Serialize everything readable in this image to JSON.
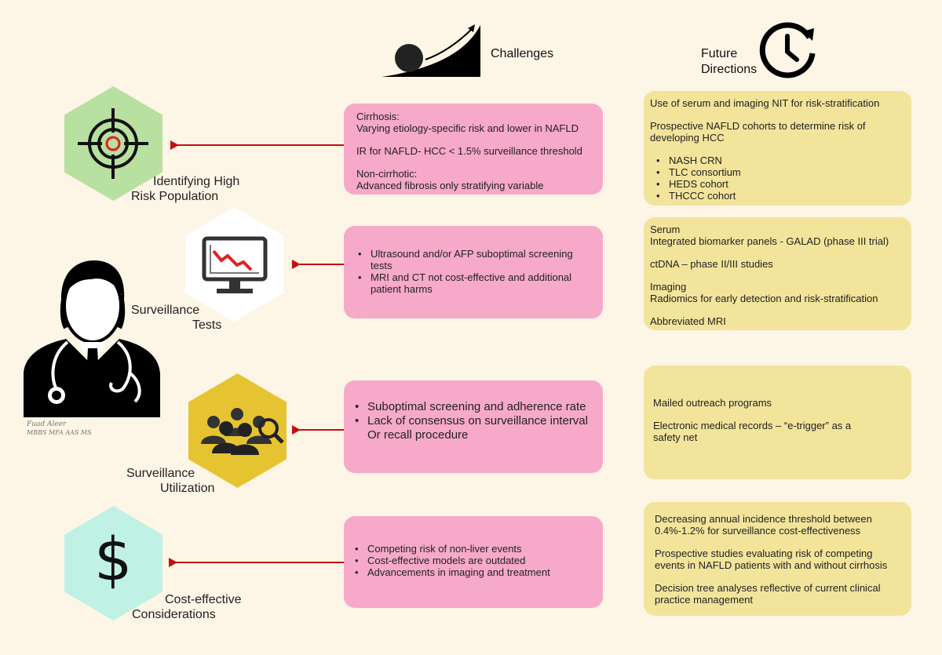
{
  "header": {
    "challenges_label": "Challenges",
    "future_line1": "Future",
    "future_line2": "Directions",
    "challenges_icon": "ball-uphill-icon",
    "future_icon": "clock-icon"
  },
  "colors": {
    "background": "#fdf5e6",
    "pink_box": "#f6a9c8",
    "yellow_box": "#f2e49b",
    "connector": "#c21010",
    "hex_green": "#b8e0a0",
    "hex_white": "#ffffff",
    "hex_gold": "#e6c431",
    "hex_mint": "#bff2e4"
  },
  "rows": [
    {
      "label_line1": "Identifying High",
      "label_line2": "Risk Population",
      "icon": "target-icon",
      "challenges": {
        "p1": "Cirrhosis:",
        "p2": "Varying etiology-specific risk and lower in NAFLD",
        "p3": "IR for NAFLD- HCC < 1.5% surveillance threshold",
        "p4": "Non-cirrhotic:",
        "p5": "Advanced fibrosis only stratifying variable"
      },
      "future": {
        "p1": "Use of serum and imaging NIT for risk-stratification",
        "p2": "Prospective NAFLD cohorts to determine risk of developing HCC",
        "bullets": [
          "NASH CRN",
          "TLC consortium",
          "HEDS cohort",
          "THCCC cohort"
        ]
      }
    },
    {
      "label_line1": "Surveillance",
      "label_line2": "Tests",
      "icon": "monitor-chart-icon",
      "challenges": {
        "bullets": [
          "Ultrasound and/or AFP suboptimal screening tests",
          "MRI and CT not cost-effective and additional patient harms"
        ]
      },
      "future": {
        "p1": "Serum",
        "p2": "Integrated biomarker panels - GALAD (phase III trial)",
        "p3": "ctDNA – phase II/III studies",
        "p4": "Imaging",
        "p5": "Radiomics for early detection and risk-stratification",
        "p6": "Abbreviated MRI"
      }
    },
    {
      "label_line1": "Surveillance",
      "label_line2": "Utilization",
      "icon": "people-magnifier-icon",
      "challenges": {
        "bullets": [
          "Suboptimal screening and adherence rate",
          "Lack of consensus on surveillance interval Or recall procedure"
        ]
      },
      "future": {
        "p1": "Mailed outreach programs",
        "p2": "Electronic medical records – “e-trigger” as a safety net"
      }
    },
    {
      "label_line1": "Cost-effective",
      "label_line2": "Considerations",
      "icon": "dollar-icon",
      "challenges": {
        "bullets": [
          "Competing risk of non-liver events",
          "Cost-effective models are outdated",
          "Advancements in imaging and treatment"
        ]
      },
      "future": {
        "p1": "Decreasing annual incidence threshold between 0.4%-1.2% for surveillance cost-effectiveness",
        "p2": "Prospective studies evaluating risk of competing events in NAFLD patients with and without cirrhosis",
        "p3": "Decision tree analyses reflective of current clinical practice management"
      }
    }
  ],
  "doctor": {
    "icon": "doctor-icon",
    "signature_line1": "Fuad Aleer",
    "signature_line2": "MBBS MFA AAS MS"
  }
}
